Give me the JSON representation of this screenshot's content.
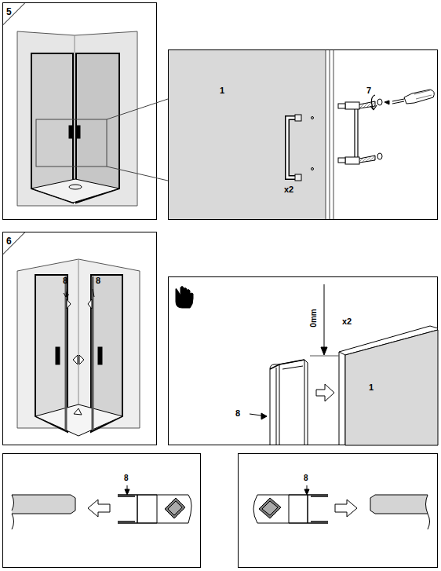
{
  "diagram": {
    "labels": [
      "5",
      "1",
      "x2",
      "7",
      "6",
      "8",
      "8",
      "0mm",
      "x2",
      "1",
      "8",
      "8",
      "8"
    ]
  }
}
